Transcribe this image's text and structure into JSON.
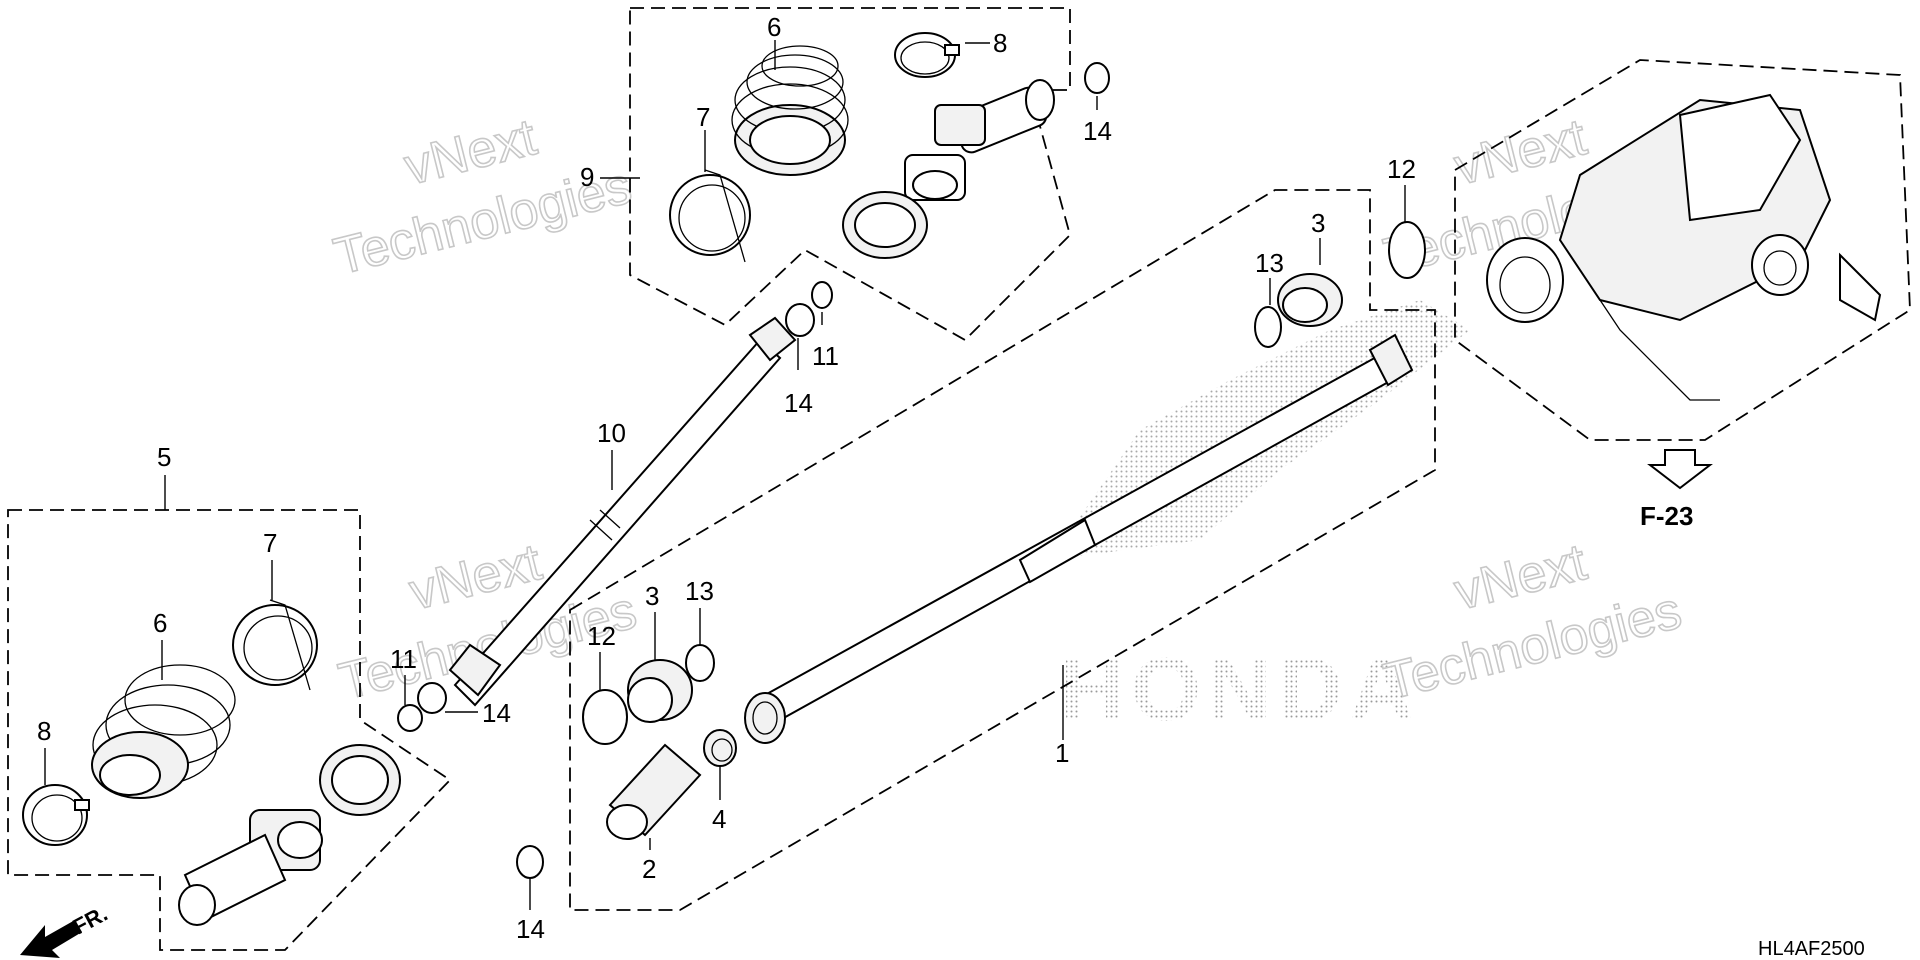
{
  "diagram": {
    "callouts": [
      {
        "id": "c-6a",
        "text": "6"
      },
      {
        "id": "c-8a",
        "text": "8"
      },
      {
        "id": "c-7a",
        "text": "7"
      },
      {
        "id": "c-9",
        "text": "9"
      },
      {
        "id": "c-14a",
        "text": "14"
      },
      {
        "id": "c-12a",
        "text": "12"
      },
      {
        "id": "c-3a",
        "text": "3"
      },
      {
        "id": "c-13a",
        "text": "13"
      },
      {
        "id": "c-14b",
        "text": "14"
      },
      {
        "id": "c-11a",
        "text": "11"
      },
      {
        "id": "c-10",
        "text": "10"
      },
      {
        "id": "c-5",
        "text": "5"
      },
      {
        "id": "c-7b",
        "text": "7"
      },
      {
        "id": "c-6b",
        "text": "6"
      },
      {
        "id": "c-8b",
        "text": "8"
      },
      {
        "id": "c-11b",
        "text": "11"
      },
      {
        "id": "c-14c",
        "text": "14"
      },
      {
        "id": "c-12b",
        "text": "12"
      },
      {
        "id": "c-3b",
        "text": "3"
      },
      {
        "id": "c-13b",
        "text": "13"
      },
      {
        "id": "c-4",
        "text": "4"
      },
      {
        "id": "c-2",
        "text": "2"
      },
      {
        "id": "c-1",
        "text": "1"
      },
      {
        "id": "c-14d",
        "text": "14"
      }
    ],
    "reference_label": "F-23",
    "front_label": "FR.",
    "drawing_code": "HL4AF2500",
    "watermarks": {
      "line1": "vNext",
      "line2": "Technologies",
      "brand": "HONDA"
    }
  }
}
